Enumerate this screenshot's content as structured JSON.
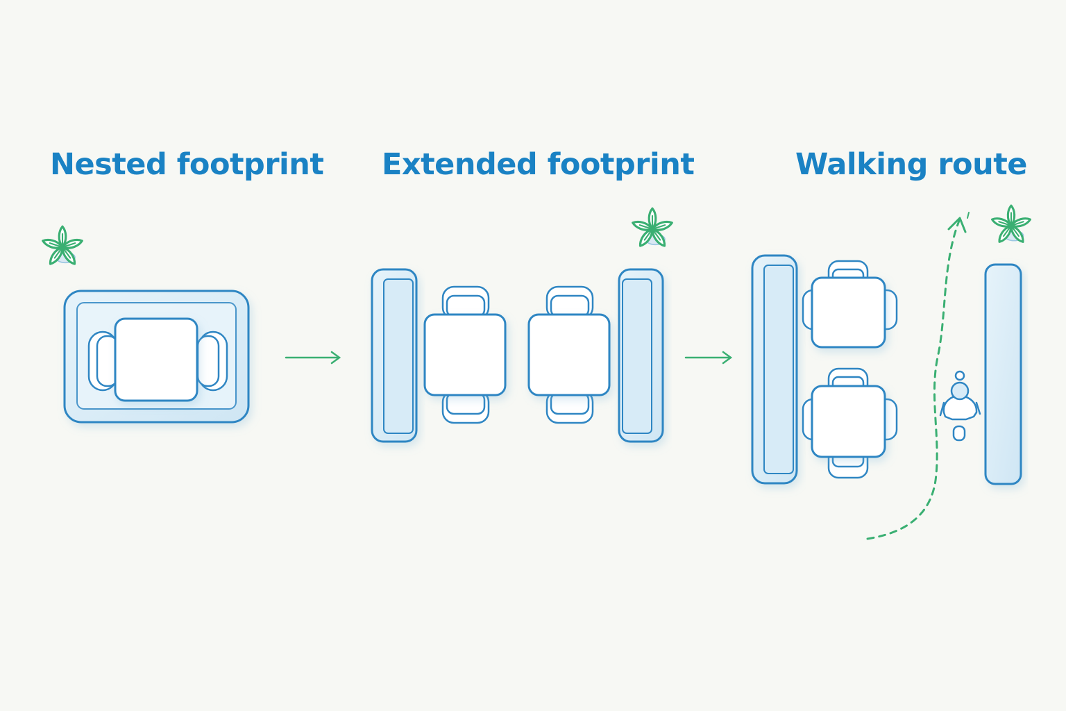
{
  "panels": [
    {
      "title": "Nested footprint"
    },
    {
      "title": "Extended footprint"
    },
    {
      "title": "Walking route"
    }
  ],
  "colors": {
    "background": "#f7f8f4",
    "title": "#1a82c4",
    "outline": "#2f86c3",
    "glass_fill": "#d8ecf7",
    "accent_green": "#3aaf72"
  },
  "icons": [
    "plant-icon",
    "arrow-right-icon",
    "person-icon",
    "walking-path"
  ]
}
